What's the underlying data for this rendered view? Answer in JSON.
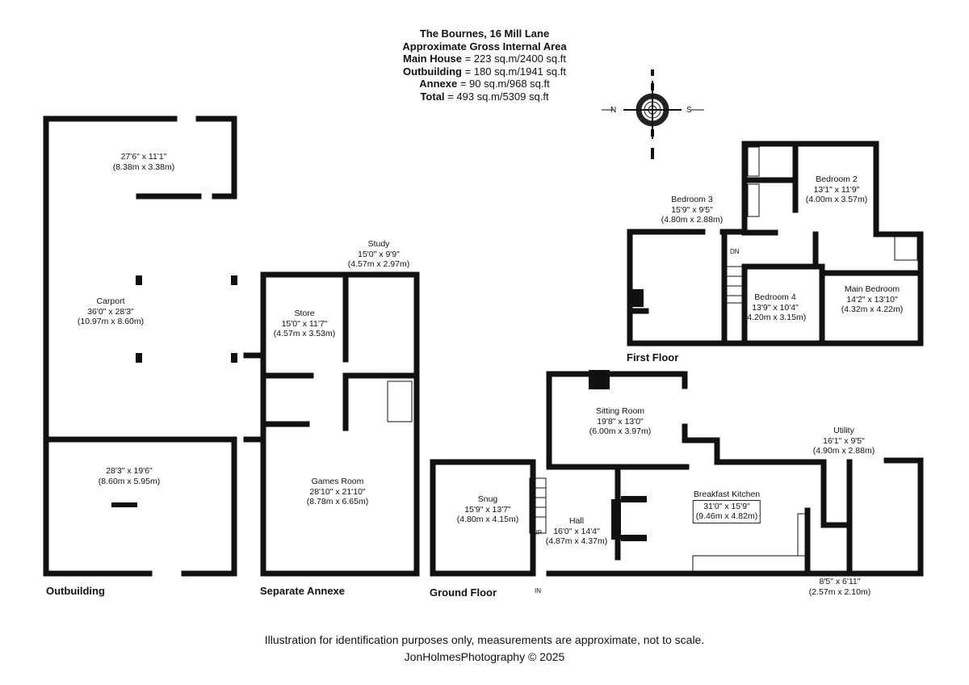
{
  "header": {
    "title": "The Bournes, 16 Mill Lane",
    "subtitle": "Approximate Gross Internal Area",
    "lines": [
      {
        "label": "Main House",
        "value": " = 223 sq.m/2400 sq.ft"
      },
      {
        "label": "Outbuilding",
        "value": " = 180 sq.m/1941 sq.ft"
      },
      {
        "label": "Annexe",
        "value": " = 90 sq.m/968 sq.ft"
      },
      {
        "label": "Total",
        "value": " = 493 sq.m/5309 sq.ft"
      }
    ]
  },
  "compass": {
    "n": "N",
    "s": "S"
  },
  "sections": {
    "outbuilding": "Outbuilding",
    "annexe": "Separate Annexe",
    "ground": "Ground Floor",
    "first": "First Floor"
  },
  "rooms": {
    "outbuilding_top": {
      "dims": "27'6\" x 11'1\"",
      "metric": "(8.38m x 3.38m)"
    },
    "carport": {
      "name": "Carport",
      "dims": "36'0\" x 28'3\"",
      "metric": "(10.97m x 8.60m)"
    },
    "outbuilding_bottom": {
      "dims": "28'3\" x 19'6\"",
      "metric": "(8.60m x 5.95m)"
    },
    "study": {
      "name": "Study",
      "dims": "15'0\" x 9'9\"",
      "metric": "(4.57m x 2.97m)"
    },
    "store": {
      "name": "Store",
      "dims": "15'0\" x 11'7\"",
      "metric": "(4.57m x 3.53m)"
    },
    "games": {
      "name": "Games Room",
      "dims": "28'10\" x 21'10\"",
      "metric": "(8.78m x 6.65m)"
    },
    "sitting": {
      "name": "Sitting Room",
      "dims": "19'8\" x 13'0\"",
      "metric": "(6.00m x 3.97m)"
    },
    "snug": {
      "name": "Snug",
      "dims": "15'9\" x 13'7\"",
      "metric": "(4.80m x 4.15m)"
    },
    "hall": {
      "name": "Hall",
      "dims": "16'0\" x 14'4\"",
      "metric": "(4.87m x 4.37m)"
    },
    "kitchen": {
      "name": "Breakfast Kitchen",
      "dims": "31'0\" x 15'9\"",
      "metric": "(9.46m x 4.82m)"
    },
    "utility": {
      "name": "Utility",
      "dims": "16'1\" x 9'5\"",
      "metric": "(4.90m x 2.88m)"
    },
    "cloak": {
      "dims": "8'5\" x 6'11\"",
      "metric": "(2.57m x 2.10m)"
    },
    "bed2": {
      "name": "Bedroom 2",
      "dims": "13'1\" x 11'9\"",
      "metric": "(4.00m x 3.57m)"
    },
    "bed3": {
      "name": "Bedroom 3",
      "dims": "15'9\" x 9'5\"",
      "metric": "(4.80m x 2.88m)"
    },
    "bed4": {
      "name": "Bedroom 4",
      "dims": "13'9\" x 10'4\"",
      "metric": "(4.20m x 3.15m)"
    },
    "main_bed": {
      "name": "Main Bedroom",
      "dims": "14'2\" x 13'10\"",
      "metric": "(4.32m x 4.22m)"
    }
  },
  "markers": {
    "up": "UP",
    "dn": "DN",
    "in": "IN"
  },
  "footer": {
    "disclaimer": "Illustration for identification purposes only, measurements are approximate, not to scale.",
    "credit": "JonHolmesPhotography © 2025"
  }
}
